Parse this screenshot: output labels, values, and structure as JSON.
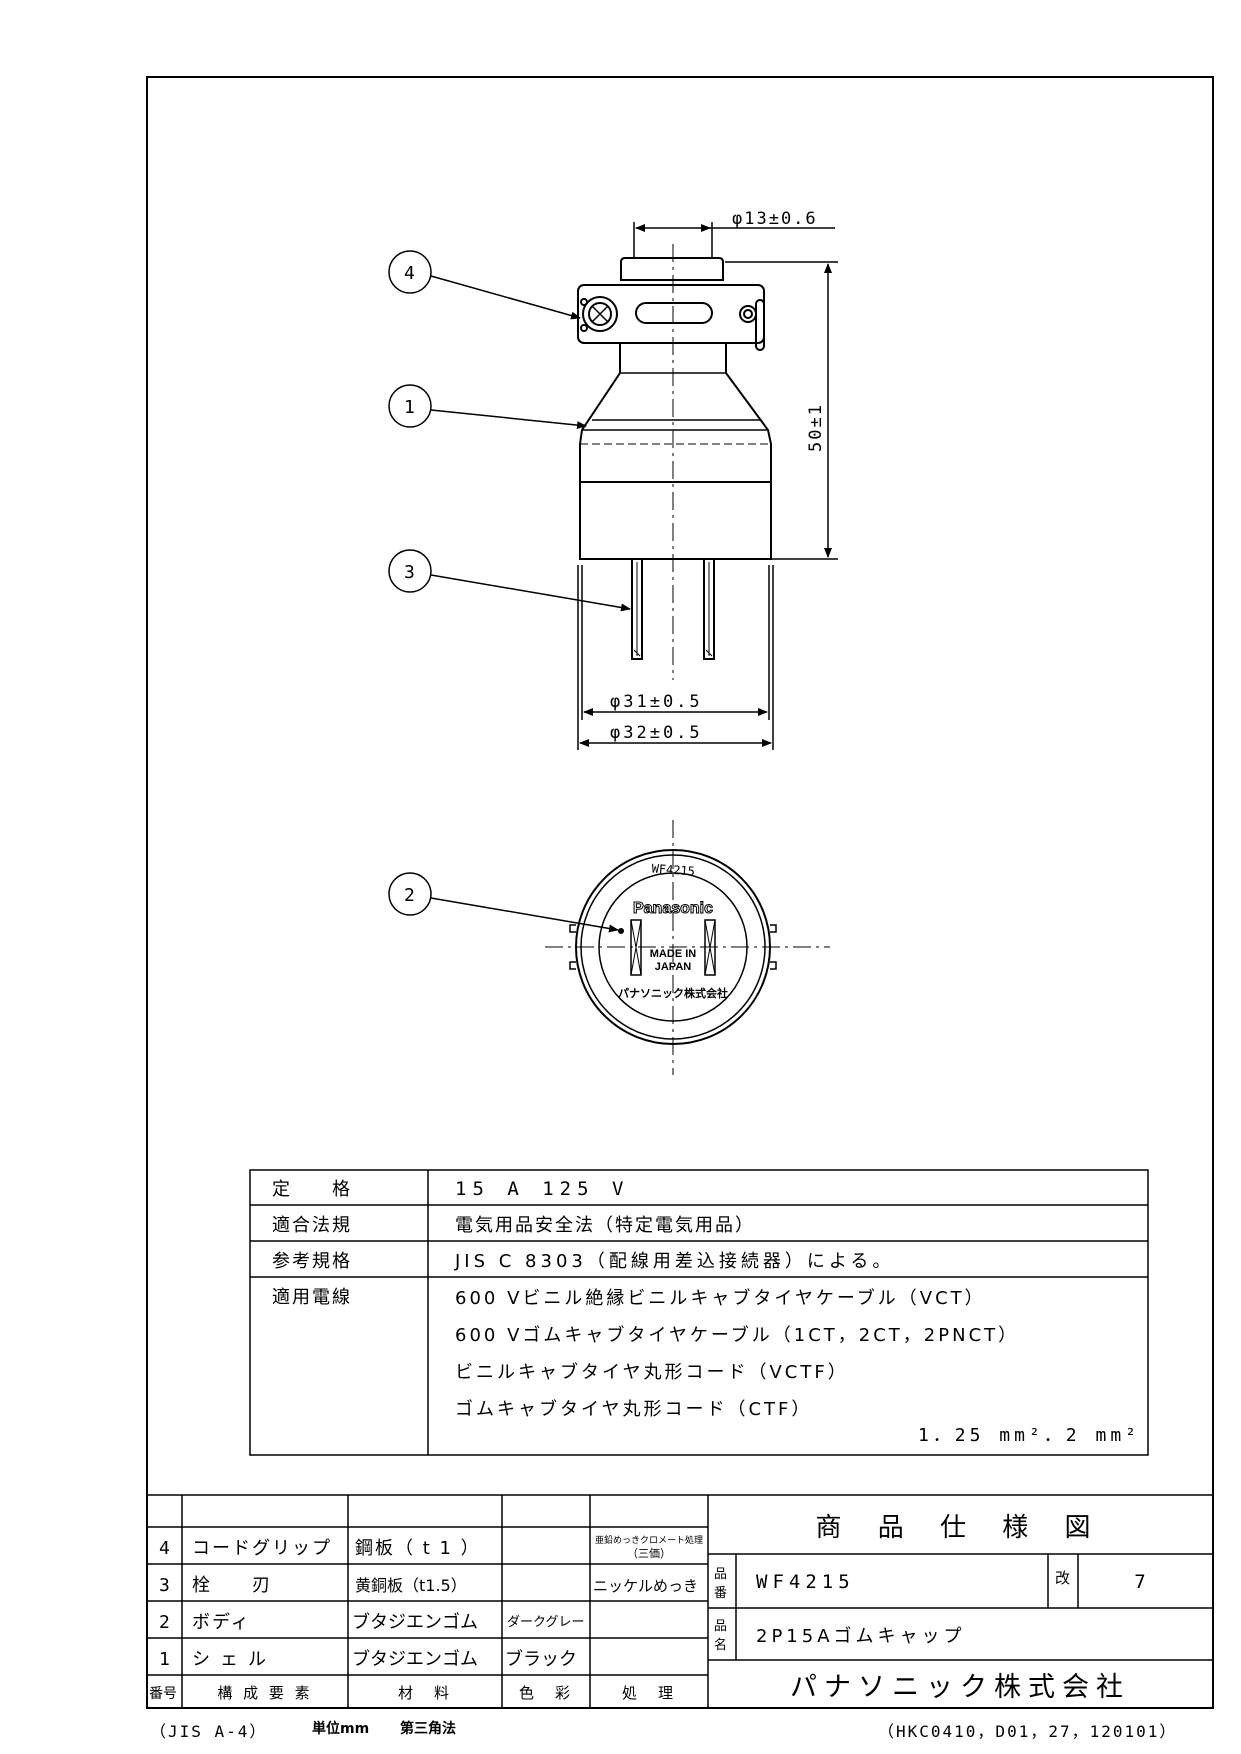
{
  "drawing": {
    "dim_top": "φ13±0.6",
    "dim_height": "50±1",
    "dim_d1": "φ31±0.5",
    "dim_d2": "φ32±0.5",
    "balloons": [
      "4",
      "1",
      "3",
      "2"
    ],
    "face_text": {
      "model": "WF4215",
      "brand": "Panasonic",
      "made_in": "MADE IN",
      "japan": "JAPAN",
      "company": "パナソニック株式会社"
    }
  },
  "spec": {
    "rows": [
      {
        "label": "定　　格",
        "lines": [
          "15 A 125 V"
        ]
      },
      {
        "label": "適合法規",
        "lines": [
          "電気用品安全法（特定電気用品）"
        ]
      },
      {
        "label": "参考規格",
        "lines": [
          "JIS C 8303（配線用差込接続器）による。"
        ]
      },
      {
        "label": "適用電線",
        "lines": [
          "600 Vビニル絶縁ビニルキャブタイヤケーブル（VCT）",
          "600 Vゴムキャブタイヤケーブル（1CT，2CT，2PNCT）",
          "ビニルキャブタイヤ丸形コード（VCTF）",
          "ゴムキャブタイヤ丸形コード（CTF）"
        ],
        "note": "1．25 mm²．2 mm²"
      }
    ]
  },
  "parts": {
    "header": {
      "no": "番号",
      "name": "構 成 要 素",
      "material": "材　料",
      "color": "色　彩",
      "process": "処　理"
    },
    "rows": [
      {
        "no": "4",
        "name": "コードグリップ",
        "material": "鋼板（ t 1 ）",
        "color": "",
        "process": "亜鉛めっきクロメート処理",
        "process2": "（三価）"
      },
      {
        "no": "3",
        "name": "栓　　刃",
        "material": "黄銅板（t1.5）",
        "color": "",
        "process": "ニッケルめっき",
        "process2": ""
      },
      {
        "no": "2",
        "name": "ボディ",
        "material": "ブタジエンゴム",
        "color": "ダークグレー",
        "process": "",
        "process2": ""
      },
      {
        "no": "1",
        "name": "シェル",
        "material": "ブタジエンゴム",
        "color": "ブラック",
        "process": "",
        "process2": ""
      }
    ]
  },
  "title_block": {
    "title": "商 品 仕 様 図",
    "hinban_label": "品番",
    "hinban": "WF4215",
    "kai_label": "改",
    "kai": "7",
    "hinmei_label": "品名",
    "hinmei": "2P15Aゴムキャップ",
    "company": "パナソニック株式会社"
  },
  "footer": {
    "left": "（JIS A-4）",
    "unit": "単位mm",
    "projection": "第三角法",
    "code": "（HKC0410，D01，27，120101）"
  }
}
